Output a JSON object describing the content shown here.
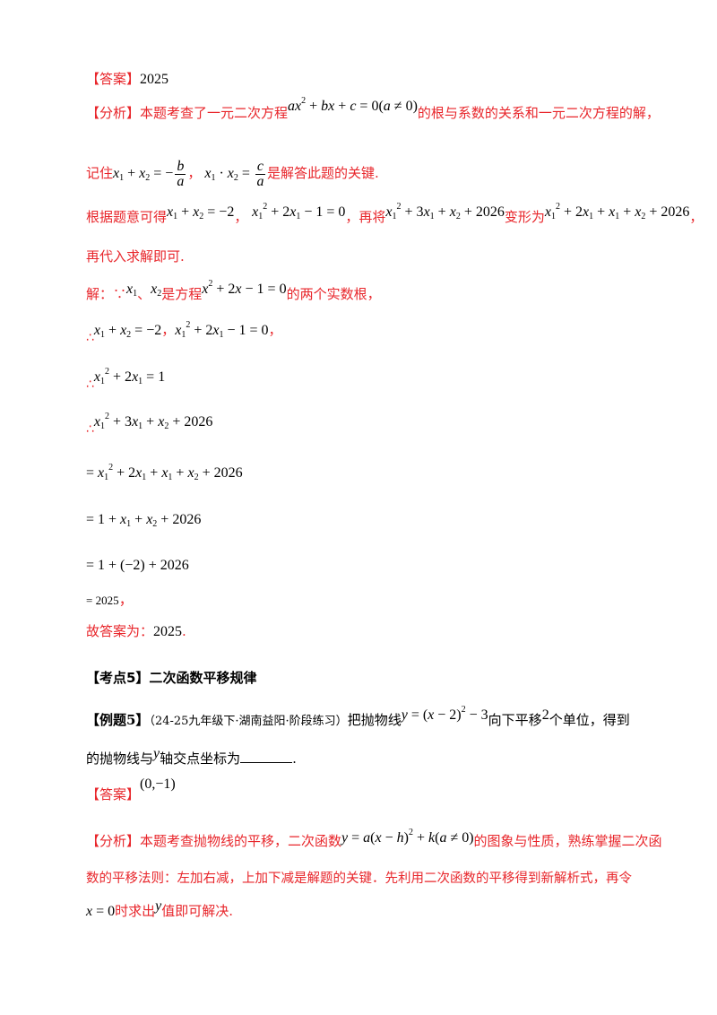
{
  "answer1": {
    "label": "【答案】",
    "value": "2025"
  },
  "analysis1": {
    "label": "【分析】",
    "t1": "本题考查了一元二次方程",
    "t2": "的根与系数的关系和一元二次方程的解，",
    "t3": "记住",
    "t4": "，",
    "t5": "是解答此题的关键.",
    "t6": "根据题意可得",
    "t7": "，",
    "t8": "，再将",
    "t9": "变形为",
    "t10": "，",
    "t11": "再代入求解即可."
  },
  "solution": {
    "intro": "解：∵",
    "sep": "、",
    "t1": "是方程",
    "t2": "的两个实数根，",
    "comma": "，",
    "final_label": "故答案为：",
    "final_value": "2025",
    "period": "."
  },
  "section5": {
    "title": "【考点5】二次函数平移规律"
  },
  "example5": {
    "label": "【例题5】",
    "source": "（24-25九年级下·湖南益阳·阶段练习）",
    "t1": "把抛物线",
    "t2": "向下平移",
    "num": "2",
    "t3": "个单位，得到",
    "t4": "的抛物线与",
    "var": "y",
    "t5": "轴交点坐标为",
    "t6": "."
  },
  "answer5": {
    "label": "【答案】",
    "value": "(0,−1)"
  },
  "analysis5": {
    "label": "【分析】",
    "t1": "本题考查抛物线的平移，二次函数",
    "t2": "的图象与性质，熟练掌握二次函",
    "t3": "数的平移法则：左加右减，上加下减是解题的关键．先利用二次函数的平移得到新解析式，再令",
    "t4": "时求出",
    "t5": "值即可解决."
  }
}
